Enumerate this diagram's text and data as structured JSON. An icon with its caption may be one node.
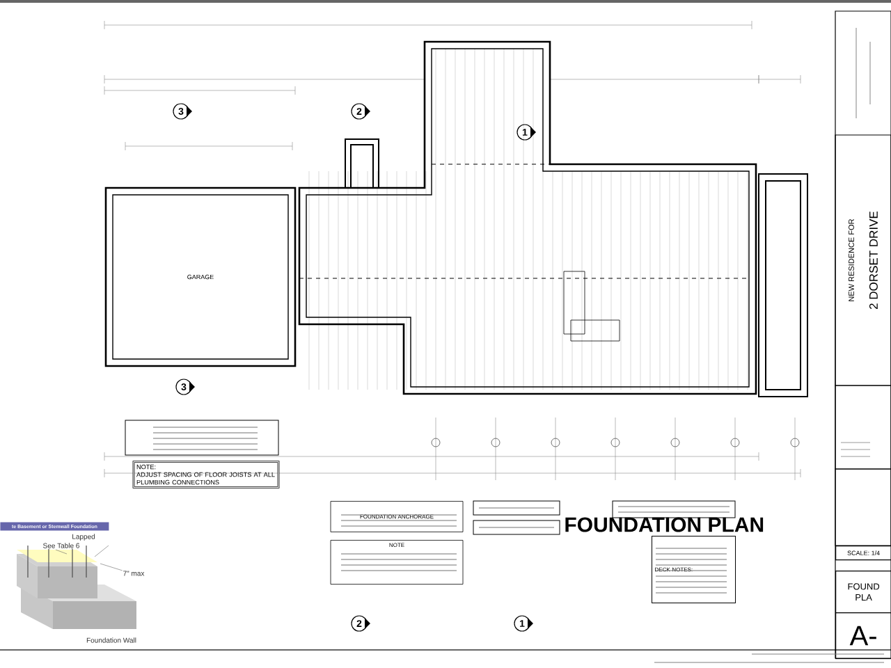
{
  "diagram": {
    "title": "FOUNDATION PLAN",
    "nodes": [
      {
        "text": [
          "GARAGE"
        ]
      },
      {
        "text": [
          "NOTE:",
          "ADJUST SPACING OF FLOOR JOISTS AT ALL PLUMBING CONNECTIONS"
        ]
      },
      {
        "text": [
          "FOUNDATION ANCHORAGE"
        ]
      },
      {
        "text": [
          "NOTE"
        ]
      },
      {
        "text": [
          "DECK NOTES:"
        ]
      },
      {
        "text": [
          "NEW RESIDENCE FOR",
          "2 DORSET DRIVE"
        ]
      },
      {
        "text": [
          "SCALE: 1/4"
        ]
      },
      {
        "text": [
          "FOUND PLA"
        ]
      },
      {
        "text": [
          "A-"
        ]
      },
      {
        "text": [
          "te Basement or Stemwall Foundation"
        ]
      },
      {
        "text": [],
        "shape": "box"
      },
      {
        "text": [],
        "shape": "box"
      },
      {
        "text": [],
        "shape": "box"
      },
      {
        "text": [],
        "shape": "box"
      }
    ],
    "labels": [
      "3",
      "2",
      "1",
      "3",
      "2",
      "1",
      "Lapped",
      "See Table 6",
      "7\" max",
      "Foundation Wall"
    ]
  }
}
